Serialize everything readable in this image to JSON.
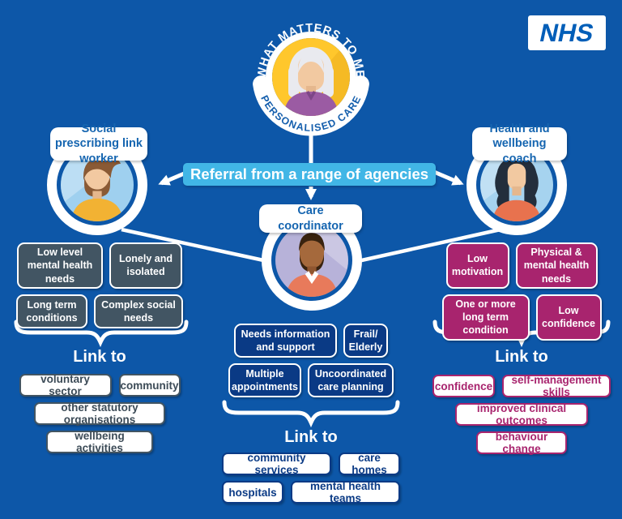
{
  "theme": {
    "background": "#0d57a8",
    "nhs_blue": "#005EB8",
    "light_blue": "#41B6E6",
    "dark_grey": "#425563",
    "navy": "#0a3a85",
    "pink": "#a8246e"
  },
  "header": {
    "badge_arc_top": "WHAT MATTERS TO ME",
    "badge_arc_bottom": "PERSONALISED CARE",
    "logo_text": "NHS"
  },
  "referral_banner": {
    "label": "Referral from a range of agencies"
  },
  "columns": {
    "link_worker": {
      "title": "Social prescribing link worker",
      "needs": [
        "Low level mental health needs",
        "Lonely and isolated",
        "Long term conditions",
        "Complex social needs"
      ],
      "link_heading": "Link to",
      "links": [
        "voluntary sector",
        "community",
        "other statutory organisations",
        "wellbeing activities"
      ]
    },
    "care_coordinator": {
      "title": "Care coordinator",
      "needs": [
        "Needs information and support",
        "Frail/ Elderly",
        "Multiple appointments",
        "Uncoordinated care planning"
      ],
      "link_heading": "Link to",
      "links": [
        "community services",
        "care homes",
        "hospitals",
        "mental health teams"
      ]
    },
    "wellbeing_coach": {
      "title": "Health and wellbeing coach",
      "needs": [
        "Low motivation",
        "Physical & mental health needs",
        "One or more long term condition",
        "Low confidence"
      ],
      "link_heading": "Link to",
      "links": [
        "confidence",
        "self-management skills",
        "improved clinical outcomes",
        "behaviour change"
      ]
    }
  }
}
